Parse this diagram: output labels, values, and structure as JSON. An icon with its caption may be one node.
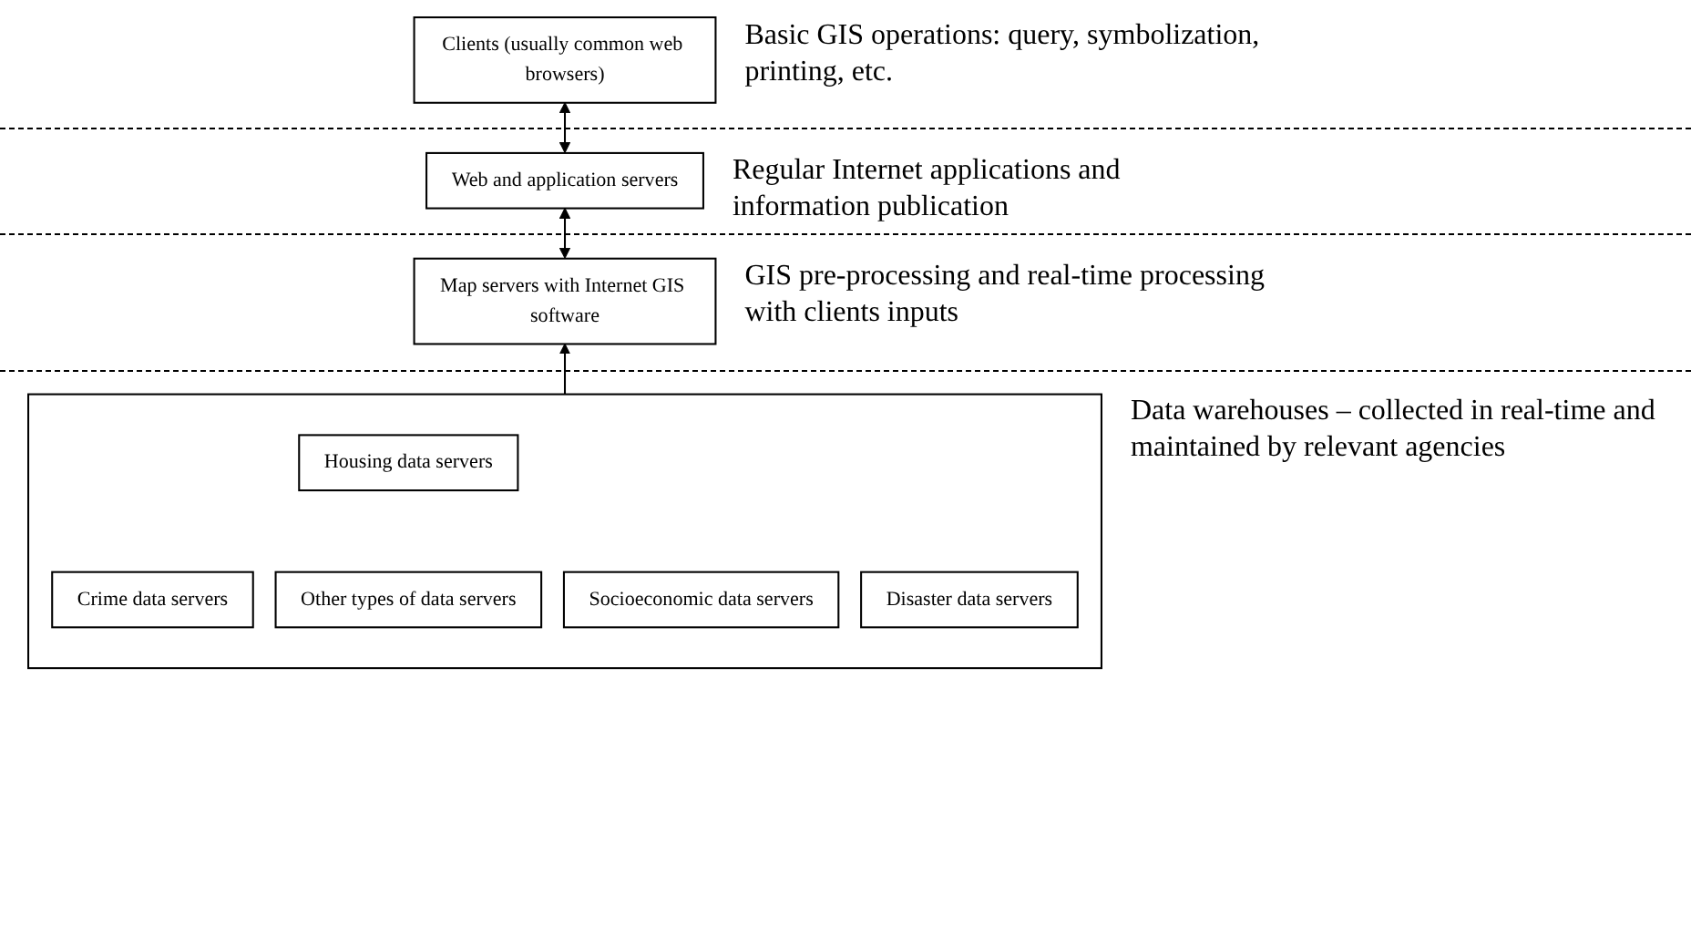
{
  "diagram": {
    "nodes": [
      {
        "text": [
          "Clients (usually common web browsers)"
        ],
        "beside": [
          "Basic GIS operations: query, symbolization, printing, etc."
        ]
      },
      {
        "text": [
          "Web and application servers"
        ],
        "beside": [
          "Regular Internet applications and information publication"
        ]
      },
      {
        "text": [
          "Map servers with Internet GIS software"
        ],
        "beside": [
          "GIS pre-processing and real-time processing with clients inputs"
        ]
      },
      {
        "text": [],
        "shape": "box",
        "beside": [
          "Data warehouses – collected in real-time and maintained by relevant agencies"
        ]
      },
      {
        "text": [
          "Crime data servers"
        ],
        "in": 3
      },
      {
        "text": [
          "Housing data servers"
        ],
        "in": 3
      },
      {
        "text": [
          "Socioeconomic data servers"
        ],
        "in": 3
      },
      {
        "text": [
          "Disaster data servers"
        ],
        "in": 3
      },
      {
        "text": [
          "Other types of data servers"
        ],
        "in": 3
      }
    ],
    "edges": [
      {
        "from": 0,
        "to": 1,
        "arrow": "both"
      },
      {
        "from": 1,
        "to": 2,
        "arrow": "both"
      },
      {
        "from": 3,
        "to": 2,
        "arrow": "to"
      }
    ]
  }
}
